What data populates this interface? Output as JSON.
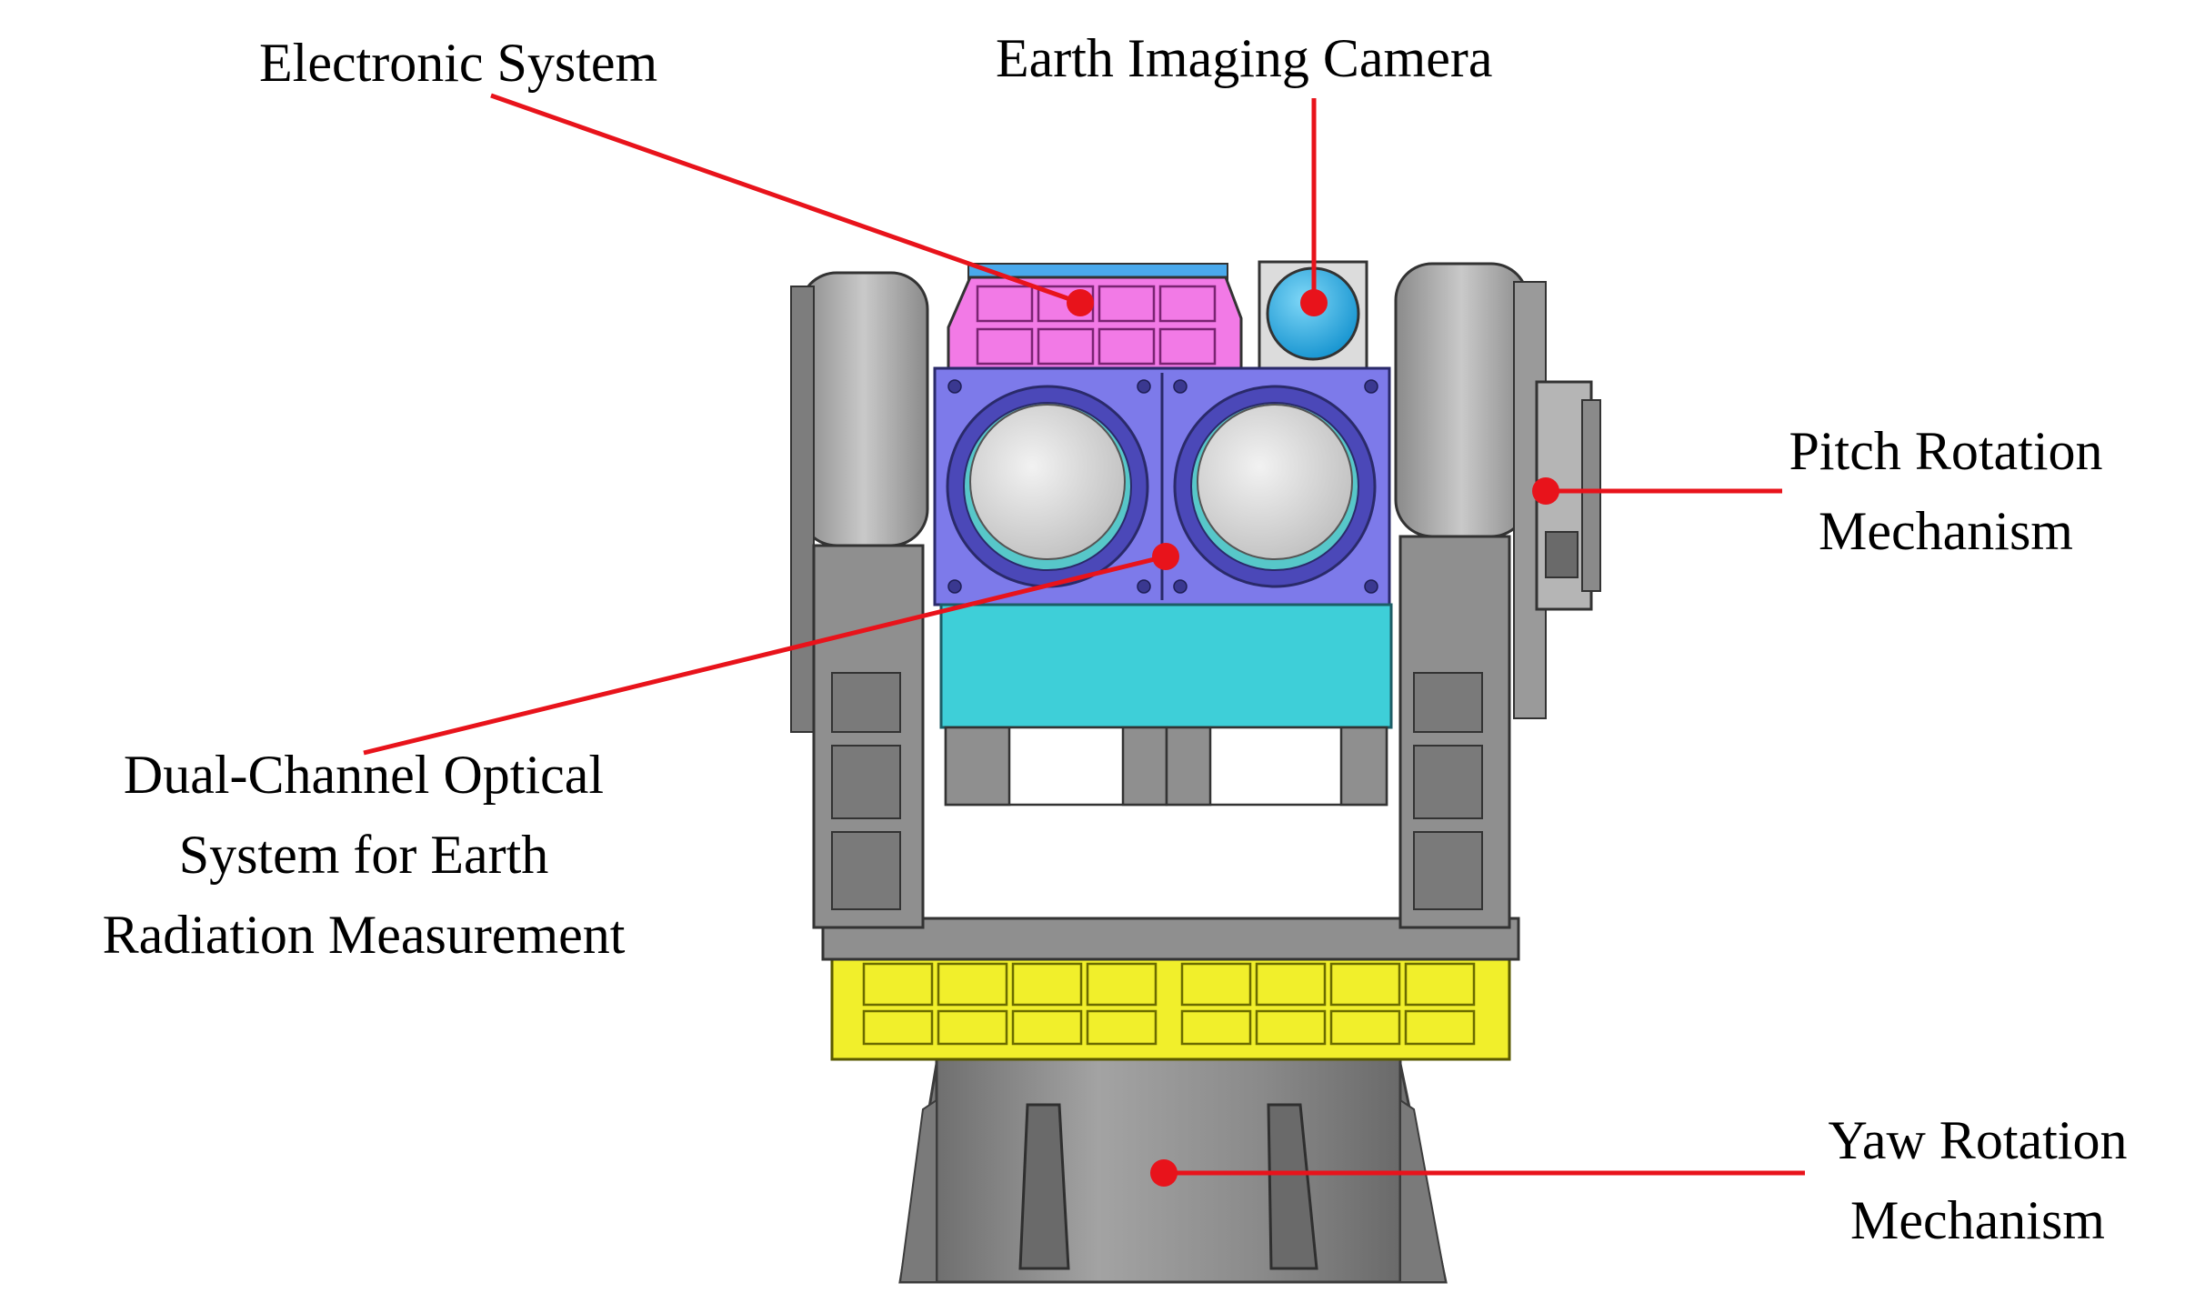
{
  "labels": {
    "electronic_system": "Electronic System",
    "earth_imaging_camera": "Earth Imaging Camera",
    "pitch_rotation": [
      "Pitch Rotation",
      "Mechanism"
    ],
    "dual_channel": [
      "Dual-Channel Optical",
      "System for Earth",
      "Radiation Measurement"
    ],
    "yaw_rotation": [
      "Yaw Rotation",
      "Mechanism"
    ]
  },
  "colors": {
    "leader_line": "#e8131b",
    "electronic_system": "#f27ae6",
    "earth_imaging_camera": "#18a9e0",
    "optical_frame": "#7d7aea",
    "optical_base": "#3ecfd8",
    "yaw_platform": "#f1ef2b",
    "structure_gray": "#8f8f8f"
  }
}
